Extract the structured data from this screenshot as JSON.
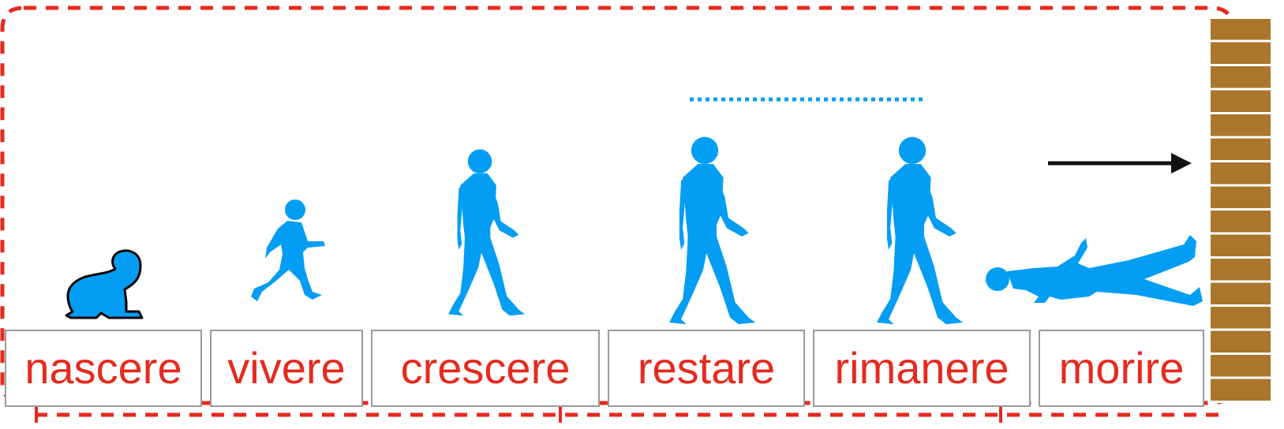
{
  "colors": {
    "frame": "#e8281e",
    "figure": "#039ef3",
    "label_text": "#e62a1f",
    "box_border": "#9a9a9a",
    "wall": "#a9762c",
    "wall_mortar": "#ffffff",
    "arrow": "#111111",
    "dotted_line": "#039ef3"
  },
  "stages": [
    {
      "id": "nascere",
      "label": "nascere",
      "figure": "crawling-baby-icon"
    },
    {
      "id": "vivere",
      "label": "vivere",
      "figure": "running-child-icon"
    },
    {
      "id": "crescere",
      "label": "crescere",
      "figure": "walking-teen-icon"
    },
    {
      "id": "restare",
      "label": "restare",
      "figure": "walking-adult-icon"
    },
    {
      "id": "rimanere",
      "label": "rimanere",
      "figure": "walking-adult-icon"
    },
    {
      "id": "morire",
      "label": "morire",
      "figure": "lying-person-icon"
    }
  ]
}
